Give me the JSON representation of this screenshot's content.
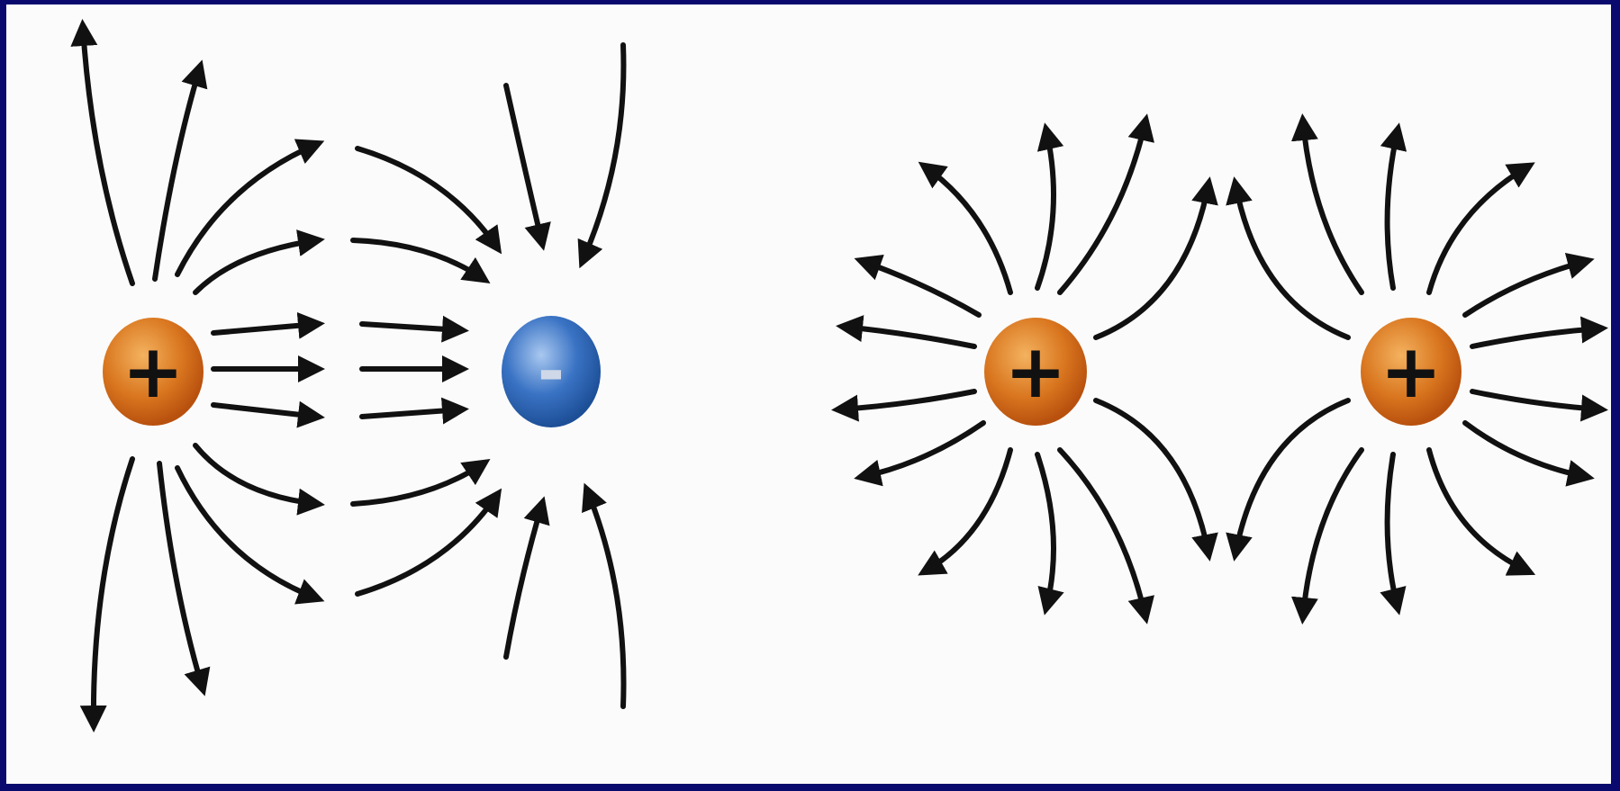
{
  "colors": {
    "border": "#0a0a6e",
    "background": "#fbfbfb",
    "line": "#111111",
    "positive_charge": "#d9761f",
    "negative_charge": "#3a73c4"
  },
  "panels": [
    {
      "name": "opposite-charges",
      "charges": [
        {
          "sign": "+",
          "label": "+",
          "type": "positive"
        },
        {
          "sign": "-",
          "label": "-",
          "type": "negative"
        }
      ]
    },
    {
      "name": "like-charges",
      "charges": [
        {
          "sign": "+",
          "label": "+",
          "type": "positive"
        },
        {
          "sign": "+",
          "label": "+",
          "type": "positive"
        }
      ]
    }
  ]
}
